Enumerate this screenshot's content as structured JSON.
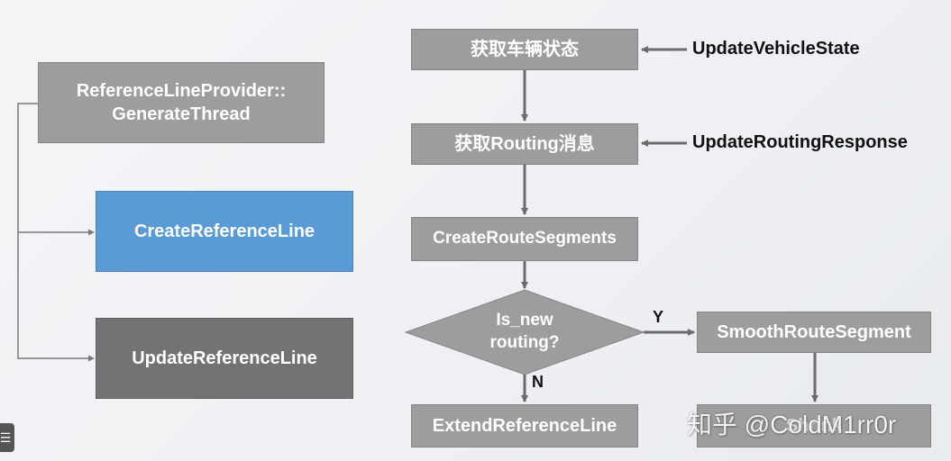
{
  "left": {
    "thread_box": "ReferenceLineProvider::\nGenerateThread",
    "create_box": "CreateReferenceLine",
    "update_box": "UpdateReferenceLine"
  },
  "flow": {
    "step1": "获取车辆状态",
    "step2": "获取Routing消息",
    "step3": "CreateRouteSegments",
    "decision": "Is_new\nrouting?",
    "yes_label": "Y",
    "no_label": "N",
    "smooth": "SmoothRouteSegment",
    "extend": "ExtendReferenceLine",
    "shrink_partial": "Shrink"
  },
  "inputs": {
    "vehicle_state": "UpdateVehicleState",
    "routing_response": "UpdateRoutingResponse"
  },
  "watermark": "知乎 @ColdM1rr0r",
  "corner_glyph": "☰",
  "colors": {
    "box_gray": "#9d9d9d",
    "box_dark": "#737373",
    "box_blue": "#5b9bd5",
    "arrow": "#6b6b6b"
  }
}
